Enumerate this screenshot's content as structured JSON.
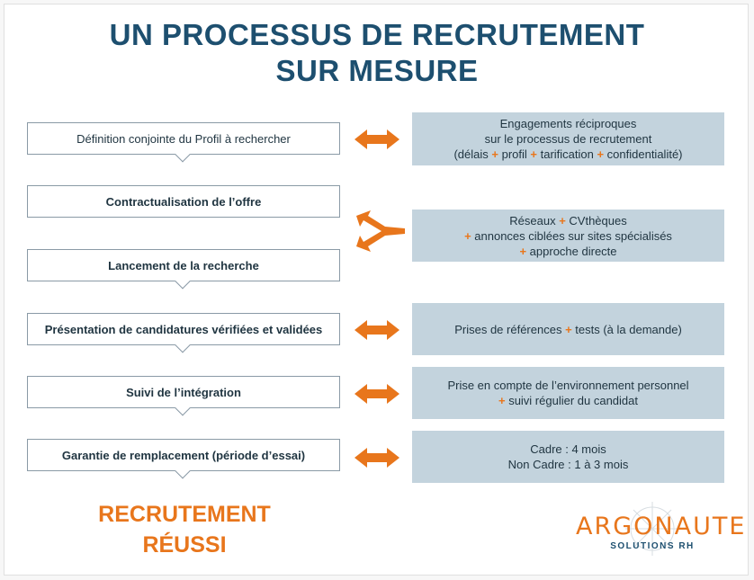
{
  "header": {
    "title_line1": "UN PROCESSUS DE RECRUTEMENT",
    "title_line2": "SUR MESURE"
  },
  "steps": [
    {
      "label": "Définition conjointe du Profil à rechercher"
    },
    {
      "label": "Contractualisation de l’offre"
    },
    {
      "label": "Lancement de la recherche"
    },
    {
      "label": "Présentation de candidatures vérifiées et validées"
    },
    {
      "label": "Suivi de l’intégration"
    },
    {
      "label": "Garantie de remplacement (période d’essai)"
    }
  ],
  "details": {
    "engagements": {
      "line1": "Engagements réciproques",
      "line2": "sur le processus de recrutement",
      "line3": [
        "(délais ",
        "+",
        " profil ",
        "+",
        " tarification ",
        "+",
        " confidentialité)"
      ]
    },
    "reseaux": {
      "line1": [
        "Réseaux ",
        "+",
        " CVthèques"
      ],
      "line2": [
        "+",
        " annonces ciblées sur sites spécialisés"
      ],
      "line3": [
        "+",
        " approche directe"
      ]
    },
    "references": {
      "line1": [
        "Prises de références ",
        "+",
        " tests (à la demande)"
      ]
    },
    "environnement": {
      "line1": "Prise en compte de l’environnement personnel",
      "line2": [
        "+",
        " suivi régulier du candidat"
      ]
    },
    "garantie": {
      "line1": "Cadre : 4 mois",
      "line2": "Non Cadre : 1 à 3 mois"
    }
  },
  "outcome": {
    "line1": "RECRUTEMENT",
    "line2": "RÉUSSI"
  },
  "logo": {
    "brand": "ARGONAUTE",
    "tagline": "SOLUTIONS RH"
  },
  "colors": {
    "title": "#1d4f6f",
    "accent": "#e8761c",
    "info_bg": "#c3d3dd"
  }
}
